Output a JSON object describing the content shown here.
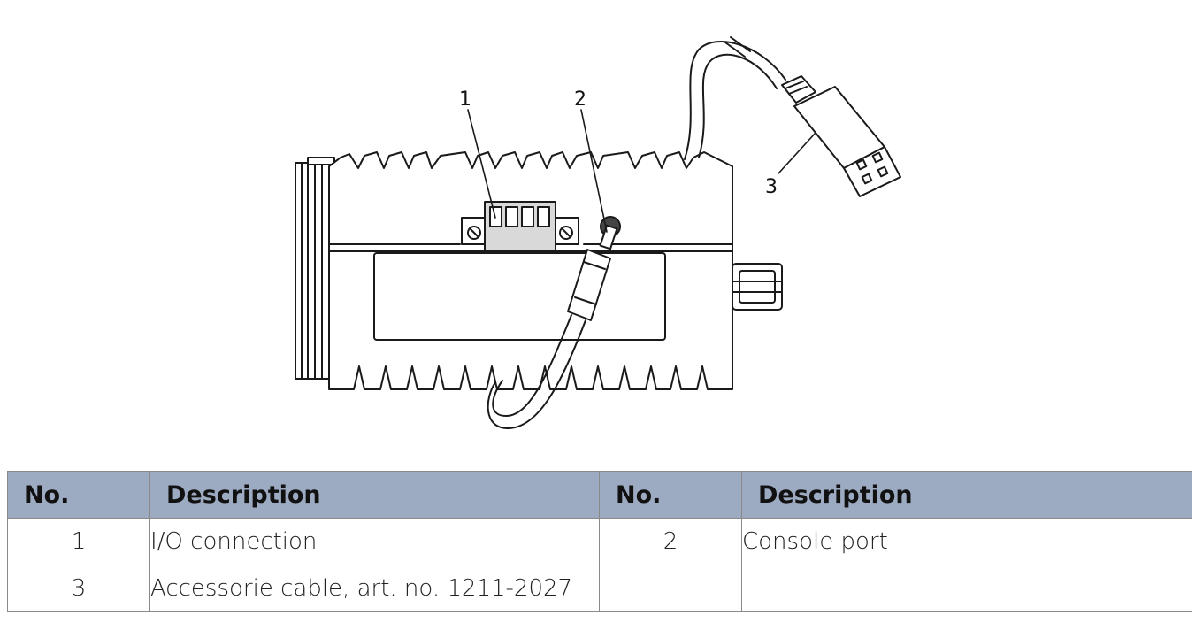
{
  "figure": {
    "callouts": [
      "1",
      "2",
      "3"
    ]
  },
  "table": {
    "headers": [
      "No.",
      "Description",
      "No.",
      "Description"
    ],
    "rows": [
      [
        "1",
        "I/O connection",
        "2",
        "Console port"
      ],
      [
        "3",
        "Accessorie cable, art. no. 1211-2027",
        "",
        ""
      ]
    ]
  }
}
